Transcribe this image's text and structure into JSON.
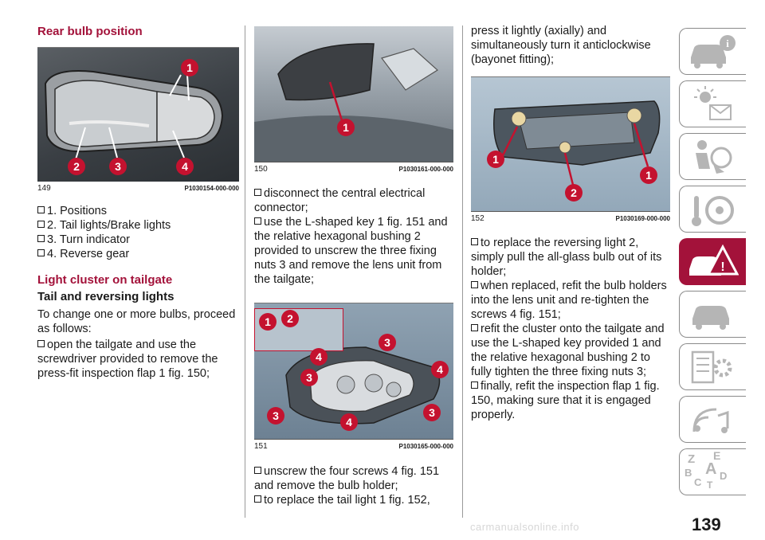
{
  "page_number": "139",
  "watermark": "carmanualsonline.info",
  "section1": {
    "title": "Rear bulb position",
    "figure": {
      "number": "149",
      "code": "P1030154-000-000",
      "callouts": [
        "1",
        "2",
        "3",
        "4"
      ]
    },
    "items": [
      "1. Positions",
      "2. Tail lights/Brake lights",
      "3. Turn indicator",
      "4. Reverse gear"
    ]
  },
  "section2": {
    "title": "Light cluster on tailgate",
    "subtitle": "Tail and reversing lights",
    "intro": "To change one or more bulbs, proceed as follows:",
    "step1": "open the tailgate and use the screwdriver provided to remove the press-fit inspection flap 1 fig. 150;"
  },
  "fig150": {
    "number": "150",
    "code": "P1030161-000-000",
    "callouts": [
      "1"
    ]
  },
  "col2_steps": [
    "disconnect the central electrical connector;",
    "use the L-shaped key 1 fig. 151 and the relative hexagonal bushing 2 provided to unscrew the three fixing nuts 3 and remove the lens unit from the tailgate;"
  ],
  "fig151": {
    "number": "151",
    "code": "P1030165-000-000",
    "callouts": [
      "1",
      "2",
      "3",
      "4",
      "4",
      "3",
      "3",
      "4",
      "3"
    ]
  },
  "col2_steps_after": [
    "unscrew the four screws 4 fig. 151 and remove the bulb holder;",
    "to replace the tail light 1 fig. 152,"
  ],
  "col3_intro": "press it lightly (axially) and simultaneously turn it anticlockwise (bayonet fitting);",
  "fig152": {
    "number": "152",
    "code": "P1030169-000-000",
    "callouts": [
      "1",
      "2",
      "1"
    ]
  },
  "col3_steps": [
    "to replace the reversing light 2, simply pull the all-glass bulb out of its holder;",
    "when replaced, refit the bulb holders into the lens unit and re-tighten the screws 4 fig. 151;",
    "refit the cluster onto the tailgate and use the L-shaped key provided 1 and the relative hexagonal bushing 2 to fully tighten the three fixing nuts 3;",
    "finally, refit the inspection flap 1 fig. 150, making sure that it is engaged properly."
  ],
  "sidenav": [
    {
      "icon": "car-info-icon",
      "active": false
    },
    {
      "icon": "lights-message-icon",
      "active": false
    },
    {
      "icon": "safety-airbag-icon",
      "active": false
    },
    {
      "icon": "key-steering-icon",
      "active": false
    },
    {
      "icon": "emergency-warning-icon",
      "active": true
    },
    {
      "icon": "car-maintenance-icon",
      "active": false
    },
    {
      "icon": "specifications-gear-icon",
      "active": false
    },
    {
      "icon": "multimedia-icon",
      "active": false
    },
    {
      "icon": "index-letters-icon",
      "active": false
    }
  ],
  "index_letters": [
    "Z",
    "E",
    "B",
    "A",
    "C",
    "D",
    "T"
  ],
  "colors": {
    "accent": "#a3123a",
    "callout": "#c4122f"
  }
}
